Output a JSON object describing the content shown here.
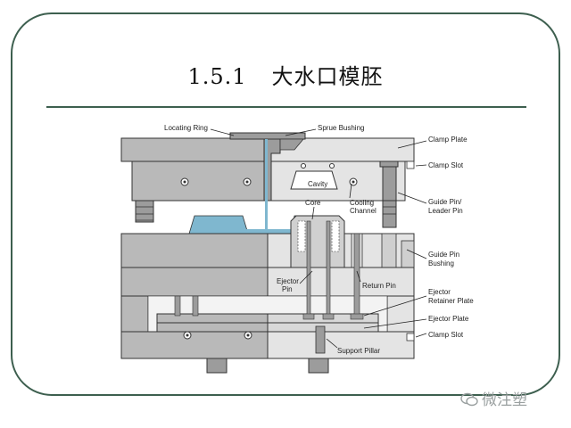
{
  "slide": {
    "title_number": "1.5.1",
    "title_text": "大水口模胚"
  },
  "diagram": {
    "labels": {
      "locating_ring": "Locating Ring",
      "sprue_bushing": "Sprue Bushing",
      "clamp_plate": "Clamp Plate",
      "clamp_slot_top": "Clamp Slot",
      "cavity": "Cavity",
      "cooling_channel_1": "Cooling",
      "cooling_channel_2": "Channel",
      "core": "Core",
      "guide_pin_1": "Guide Pin/",
      "guide_pin_2": "Leader Pin",
      "guide_pin_bushing_1": "Guide Pin",
      "guide_pin_bushing_2": "Bushing",
      "ejector_pin_1": "Ejector",
      "ejector_pin_2": "Pin",
      "return_pin": "Return Pin",
      "ejector_retainer_1": "Ejector",
      "ejector_retainer_2": "Retainer Plate",
      "ejector_plate": "Ejector Plate",
      "clamp_slot_bottom": "Clamp Slot",
      "support_pillar": "Support Pillar"
    }
  },
  "watermark": "微注塑"
}
